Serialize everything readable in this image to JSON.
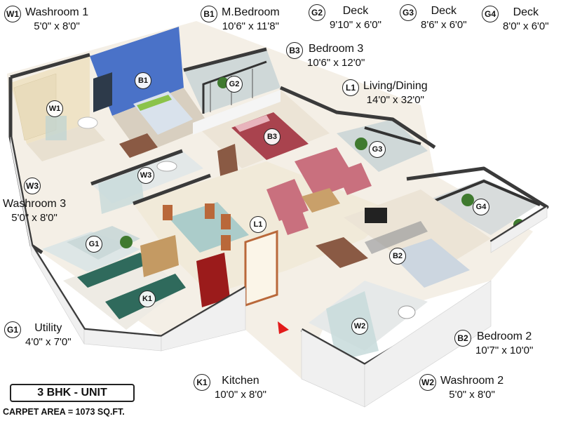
{
  "rooms": {
    "w1": {
      "code": "W1",
      "name": "Washroom 1",
      "dim": "5'0\" x 8'0\""
    },
    "b1": {
      "code": "B1",
      "name": "M.Bedroom",
      "dim": "10'6\" x 11'8\""
    },
    "g2": {
      "code": "G2",
      "name": "Deck",
      "dim": "9'10\" x 6'0\""
    },
    "g3": {
      "code": "G3",
      "name": "Deck",
      "dim": "8'6\" x 6'0\""
    },
    "g4": {
      "code": "G4",
      "name": "Deck",
      "dim": "8'0\" x 6'0\""
    },
    "b3": {
      "code": "B3",
      "name": "Bedroom 3",
      "dim": "10'6\" x 12'0\""
    },
    "l1": {
      "code": "L1",
      "name": "Living/Dining",
      "dim": "14'0\" x 32'0\""
    },
    "w3": {
      "code": "W3",
      "name": "Washroom 3",
      "dim": "5'0\" x 8'0\""
    },
    "g1": {
      "code": "G1",
      "name": "Utility",
      "dim": "4'0\" x 7'0\""
    },
    "k1": {
      "code": "K1",
      "name": "Kitchen",
      "dim": "10'0\" x 8'0\""
    },
    "b2": {
      "code": "B2",
      "name": "Bedroom 2",
      "dim": "10'7\" x 10'0\""
    },
    "w2": {
      "code": "W2",
      "name": "Washroom 2",
      "dim": "5'0\" x 8'0\""
    }
  },
  "unit_type": "3 BHK - UNIT",
  "carpet_area": "CARPET AREA = 1073 SQ.FT.",
  "colors": {
    "wall_top": "#3a3a3a",
    "wall_face": "#f2f2f2",
    "floor_light": "#efe6d8",
    "wood_floor": "#8a5a44",
    "accent_wall": "#4a72c8",
    "bed_cover": "#d9e2ec",
    "sofa": "#c9707e",
    "chair": "#b9683a",
    "fridge": "#9b1b1b",
    "kitchen_counter": "#2f6a5c",
    "glass": "#9fb7b8",
    "entry_arrow": "#e21b1b"
  }
}
